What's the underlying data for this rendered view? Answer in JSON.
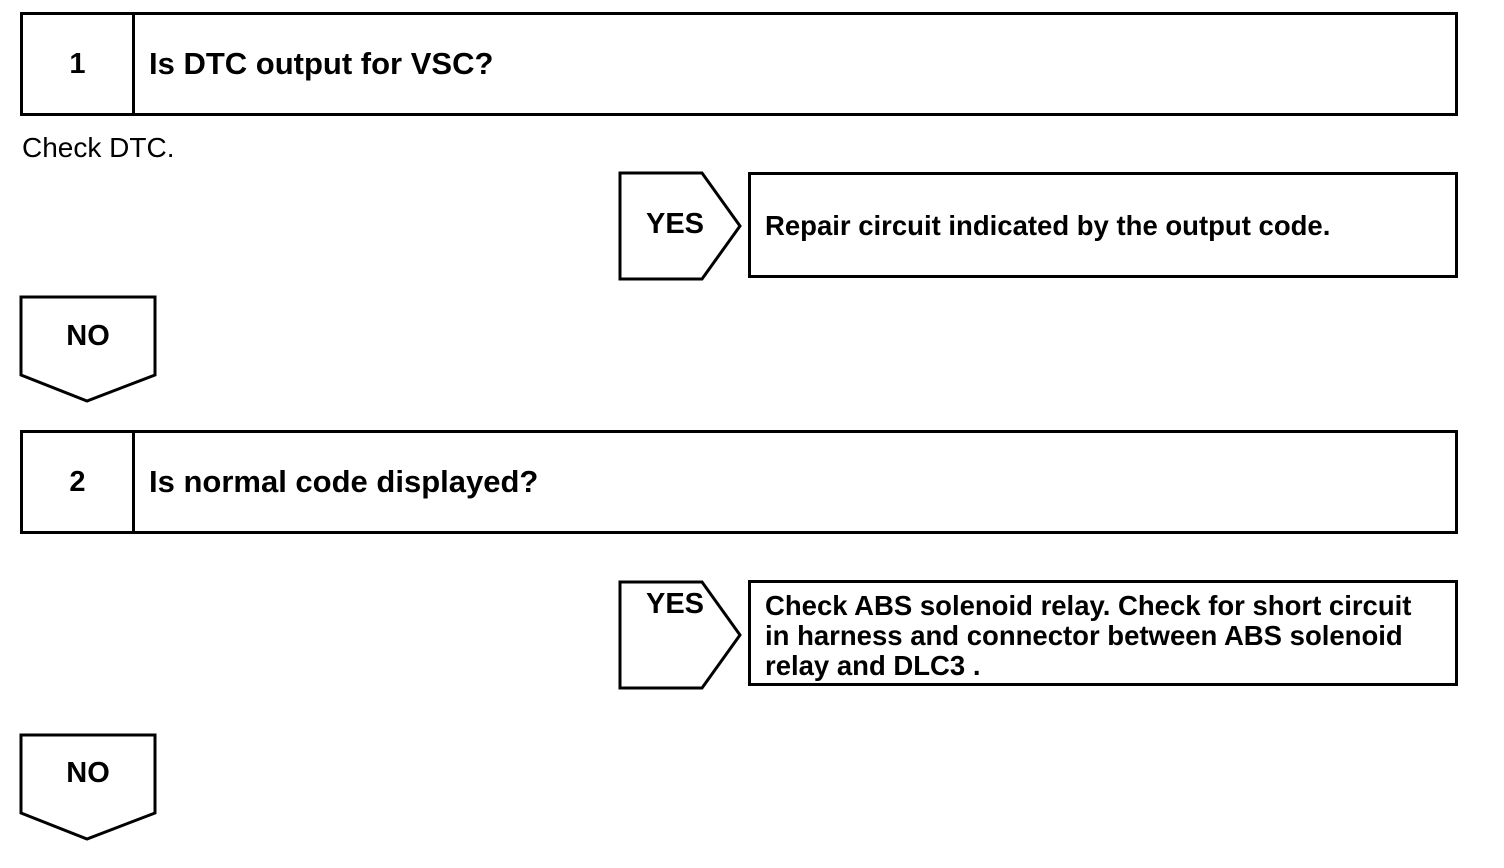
{
  "steps": [
    {
      "number": "1",
      "question": "Is DTC output for VSC?",
      "instruction": "Check DTC.",
      "yes_label": "YES",
      "yes_result": "Repair circuit indicated by the output code.",
      "no_label": "NO"
    },
    {
      "number": "2",
      "question": "Is normal code displayed?",
      "yes_label": "YES",
      "yes_result_lines": [
        "Check ABS solenoid relay. Check for short circuit",
        "in harness and connector between ABS solenoid",
        "relay and DLC3 ."
      ],
      "no_label": "NO"
    }
  ]
}
